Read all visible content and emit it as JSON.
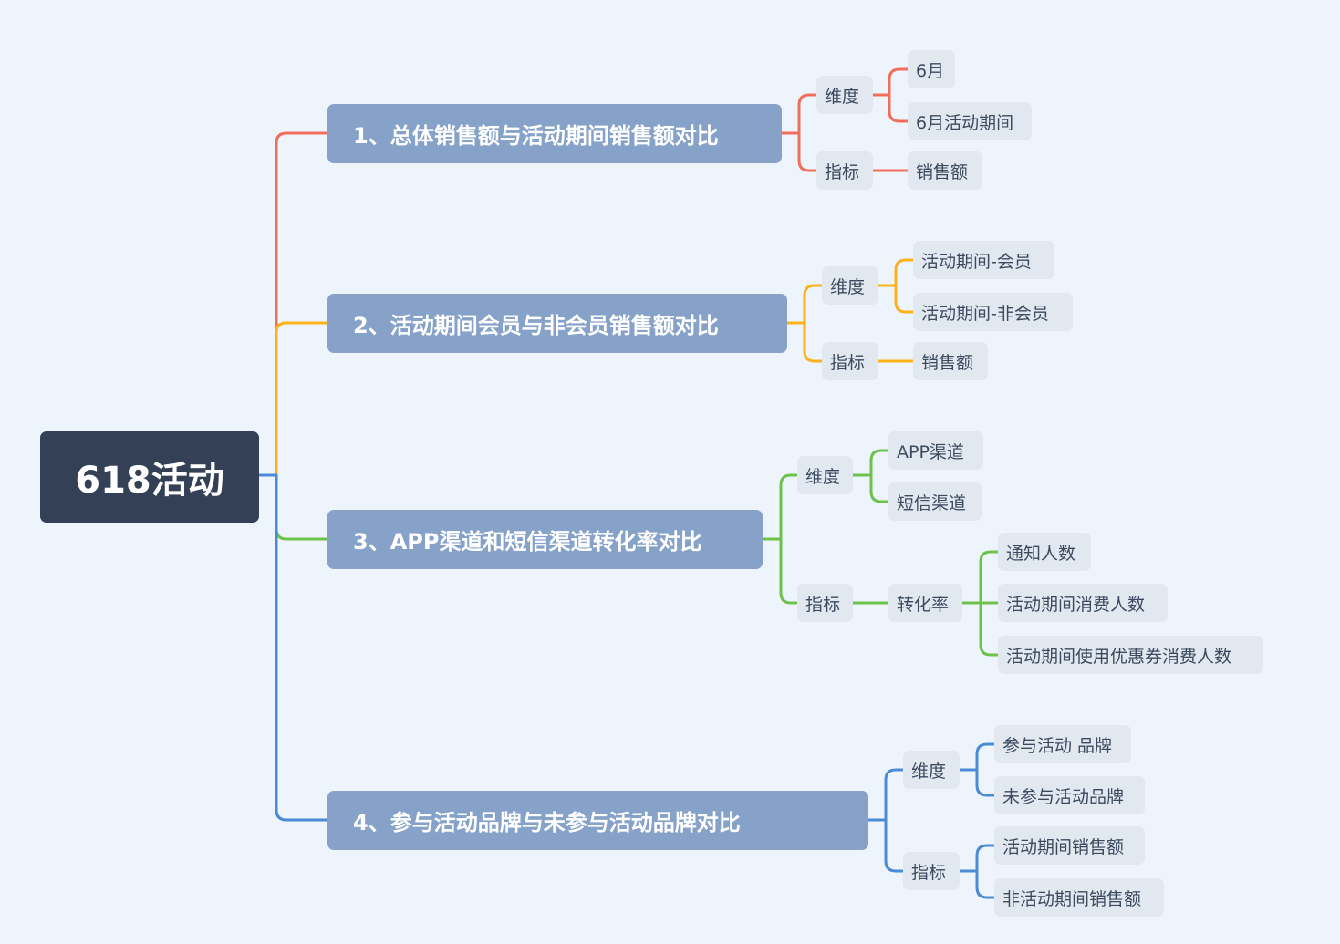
{
  "root": {
    "label": "618活动"
  },
  "branches": [
    {
      "label": "1、总体销售额与活动期间销售额对比",
      "color": "#f26d5b",
      "dim_label": "维度",
      "dims": [
        "6月",
        "6月活动期间"
      ],
      "metric_label": "指标",
      "metrics": [
        "销售额"
      ]
    },
    {
      "label": "2、活动期间会员与非会员销售额对比",
      "color": "#fbb21b",
      "dim_label": "维度",
      "dims": [
        "活动期间-会员",
        "活动期间-非会员"
      ],
      "metric_label": "指标",
      "metrics": [
        "销售额"
      ]
    },
    {
      "label": "3、APP渠道和短信渠道转化率对比",
      "color": "#6cc24a",
      "dim_label": "维度",
      "dims": [
        "APP渠道",
        "短信渠道"
      ],
      "metric_label": "指标",
      "metric_mid": "转化率",
      "metric_leaves": [
        "通知人数",
        "活动期间消费人数",
        "活动期间使用优惠券消费人数"
      ]
    },
    {
      "label": "4、参与活动品牌与未参与活动品牌对比",
      "color": "#4a8bd6",
      "dim_label": "维度",
      "dims": [
        "参与活动 品牌",
        "未参与活动品牌"
      ],
      "metric_label": "指标",
      "metrics": [
        "活动期间销售额",
        "非活动期间销售额"
      ]
    }
  ]
}
